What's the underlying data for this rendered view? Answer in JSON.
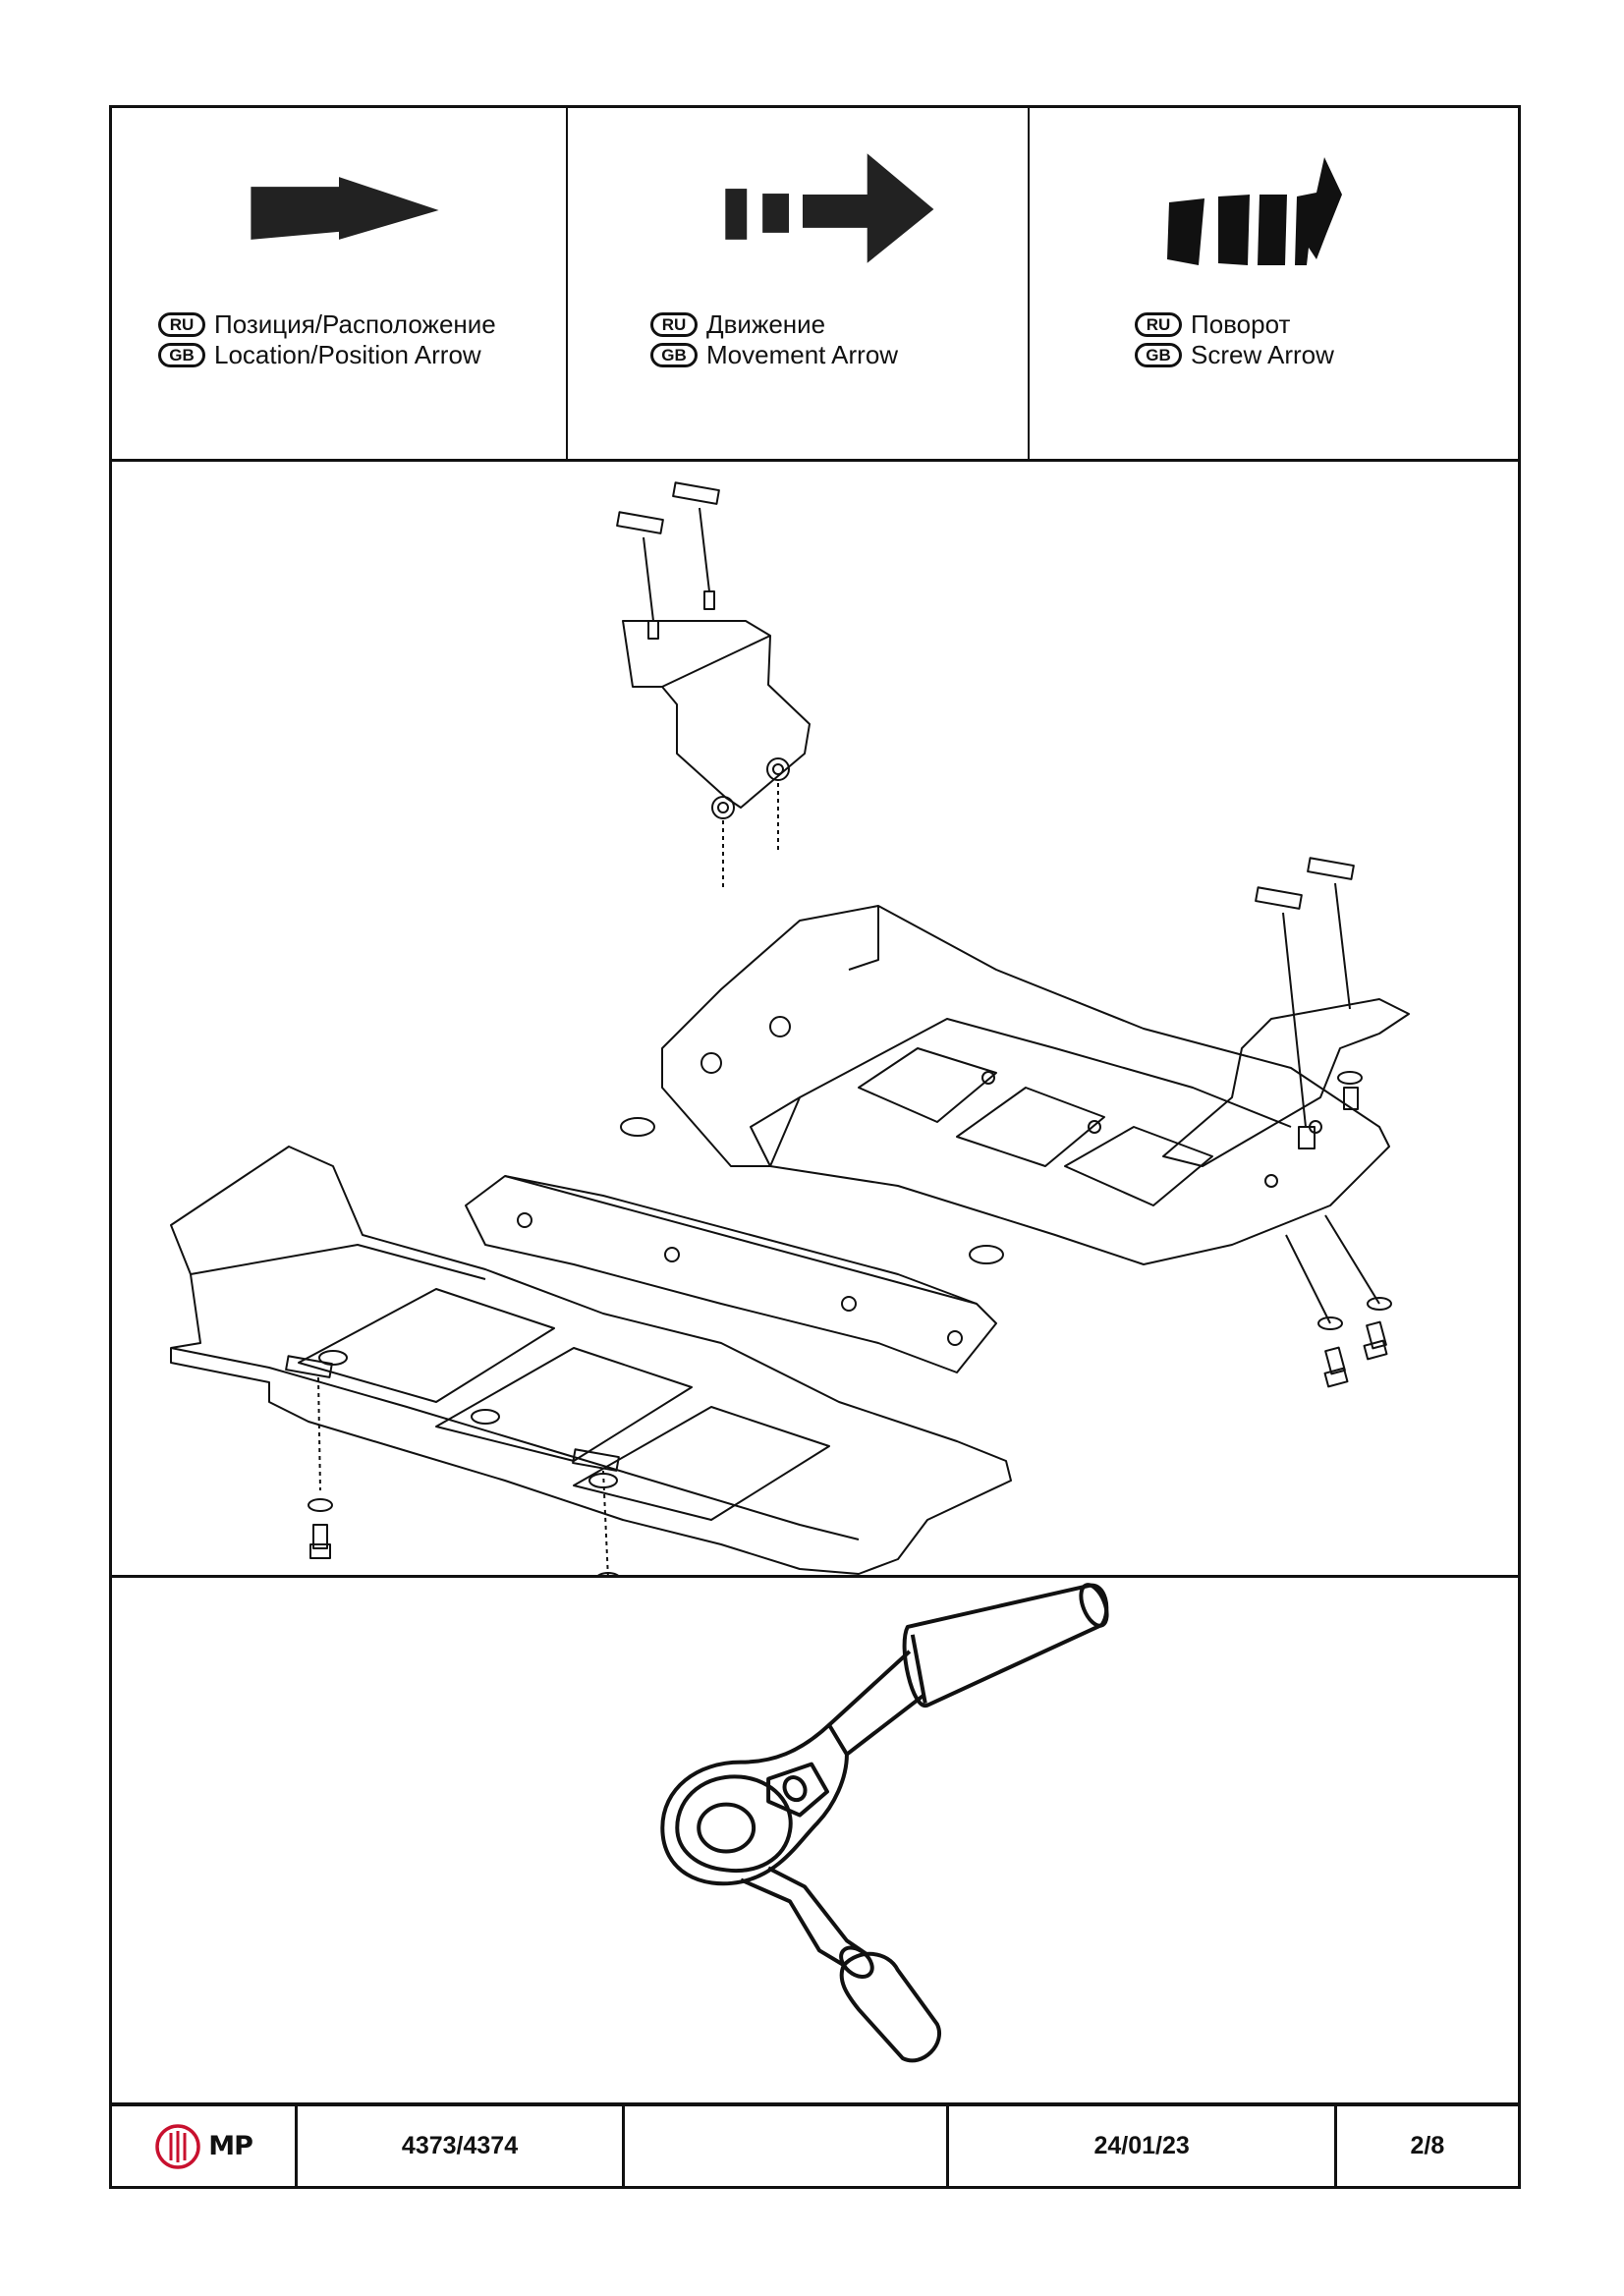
{
  "legend": [
    {
      "ru_code": "RU",
      "gb_code": "GB",
      "ru_text": "Позиция/Расположение",
      "gb_text": "Location/Position Arrow"
    },
    {
      "ru_code": "RU",
      "gb_code": "GB",
      "ru_text": "Движение",
      "gb_text": "Movement Arrow"
    },
    {
      "ru_code": "RU",
      "gb_code": "GB",
      "ru_text": "Поворот",
      "gb_text": "Screw Arrow"
    }
  ],
  "footer": {
    "logo_text": "MP",
    "article": "4373/4374",
    "blank": "",
    "date": "24/01/23",
    "page": "2/8"
  },
  "colors": {
    "ink": "#111111",
    "logo_red": "#c8102e",
    "paper": "#ffffff"
  },
  "icons": [
    "location-arrow-icon",
    "movement-arrow-icon",
    "screw-arrow-icon",
    "mp-logo-icon"
  ]
}
